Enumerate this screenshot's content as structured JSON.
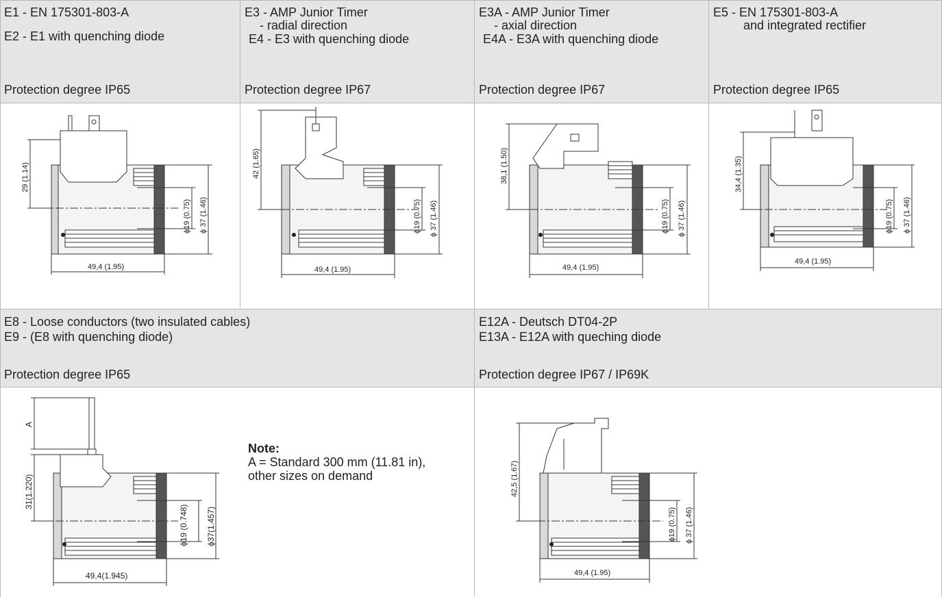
{
  "headers": {
    "e1": {
      "line1": "E1 - EN 175301-803-A",
      "line2": "E2 - E1 with quenching diode",
      "protection": "Protection degree IP65"
    },
    "e3": {
      "line1": "E3 - AMP Junior Timer",
      "line2": "- radial direction",
      "line3": "E4 - E3 with quenching diode",
      "protection": "Protection degree IP67"
    },
    "e3a": {
      "line1": "E3A - AMP Junior Timer",
      "line2": "- axial direction",
      "line3": "E4A - E3A with quenching diode",
      "protection": "Protection degree IP67"
    },
    "e5": {
      "line1": "E5 - EN 175301-803-A",
      "line2": "and integrated rectifier",
      "protection": "Protection degree IP65"
    },
    "e8": {
      "line1": "E8 - Loose conductors (two insulated cables)",
      "line2": "E9 - (E8 with quenching diode)",
      "protection": "Protection degree IP65"
    },
    "e12a": {
      "line1": "E12A - Deutsch DT04-2P",
      "line2": "E13A - E12A with queching diode",
      "protection": "Protection degree IP67 / IP69K"
    }
  },
  "drawings": {
    "e1": {
      "height": "29 (1.14)",
      "inner": "ϕ19 (0.75)",
      "outer": "ϕ 37 (1.46)",
      "length": "49,4 (1.95)"
    },
    "e3": {
      "height": "42 (1.65)",
      "inner": "ϕ19 (0.75)",
      "outer": "ϕ 37 (1.46)",
      "length": "49,4 (1.95)"
    },
    "e3a": {
      "height": "38,1 (1.50)",
      "inner": "ϕ19 (0.75)",
      "outer": "ϕ 37 (1.46)",
      "length": "49,4 (1.95)"
    },
    "e5": {
      "height": "34,4 (1.35)",
      "inner": "ϕ19 (0.75)",
      "outer": "ϕ 37 (1.46)",
      "length": "49,4 (1.95)"
    },
    "e8": {
      "cable": "A",
      "height": "31(1.220)",
      "inner": "ϕ19 (0.748)",
      "outer": "ϕ37(1.457)",
      "length": "49,4(1.945)"
    },
    "e12a": {
      "height": "42,5 (1.67)",
      "inner": "ϕ19 (0.75)",
      "outer": "ϕ 37 (1.46)",
      "length": "49,4 (1.95)"
    }
  },
  "note": {
    "title": "Note:",
    "line1": "A = Standard 300 mm (11.81 in),",
    "line2": "other sizes on demand"
  }
}
